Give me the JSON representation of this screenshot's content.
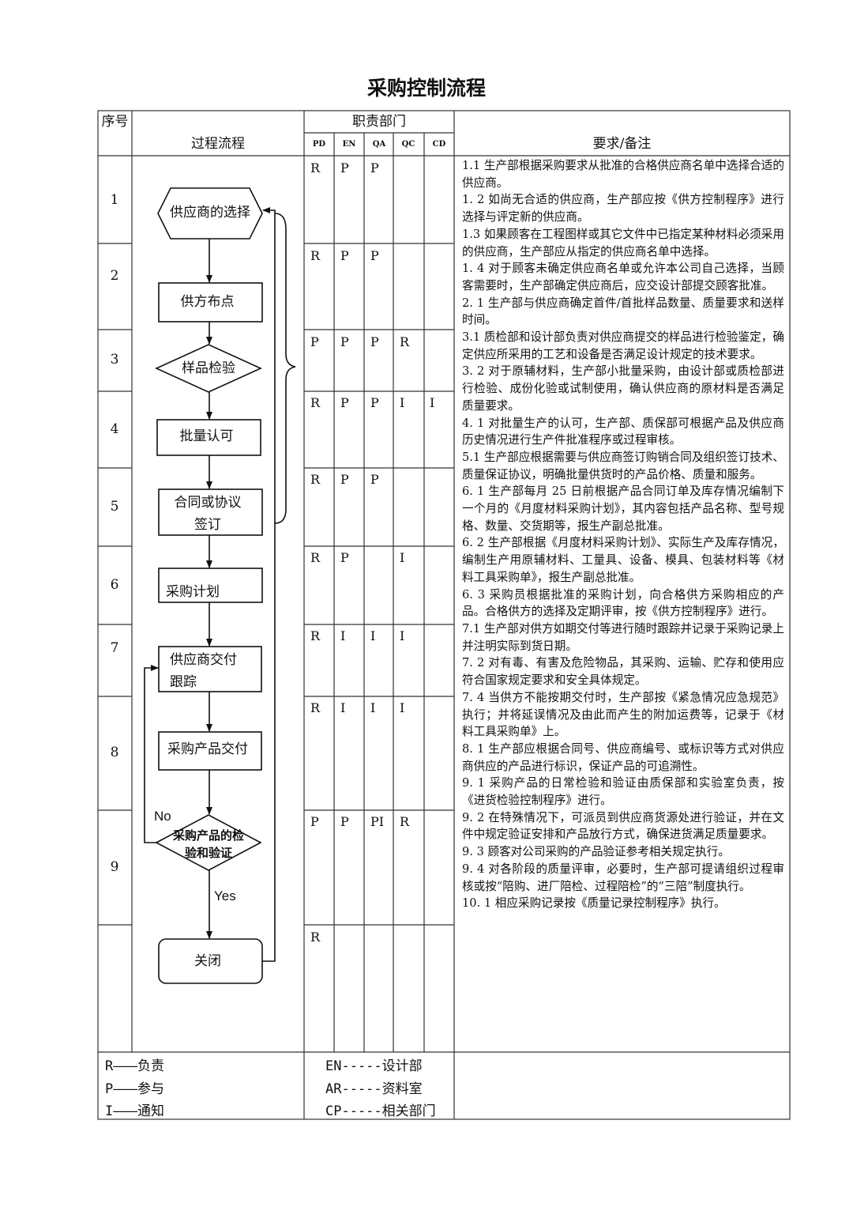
{
  "title": "采购控制流程",
  "header": {
    "seq": "序号",
    "process": "过程流程",
    "dept": "职责部门",
    "requirements": "要求/备注",
    "dept_codes": [
      "PD",
      "EN",
      "QA",
      "QC",
      "CD"
    ]
  },
  "rows": [
    {
      "seq": "1",
      "codes": [
        "R",
        "P",
        "P",
        "",
        ""
      ]
    },
    {
      "seq": "2",
      "codes": [
        "R",
        "P",
        "P",
        "",
        ""
      ]
    },
    {
      "seq": "3",
      "codes": [
        "P",
        "P",
        "P",
        "R",
        ""
      ]
    },
    {
      "seq": "4",
      "codes": [
        "R",
        "P",
        "P",
        "I",
        "I"
      ]
    },
    {
      "seq": "5",
      "codes": [
        "R",
        "P",
        "P",
        "",
        ""
      ]
    },
    {
      "seq": "6",
      "codes": [
        "R",
        "P",
        "",
        "I",
        ""
      ]
    },
    {
      "seq": "7",
      "codes": [
        "R",
        "I",
        "I",
        "I",
        ""
      ]
    },
    {
      "seq": "8",
      "codes": [
        "R",
        "I",
        "I",
        "I",
        ""
      ]
    },
    {
      "seq": "9",
      "codes": [
        "P",
        "P",
        "PI",
        "R",
        ""
      ]
    },
    {
      "seq": "",
      "codes": [
        "R",
        "",
        "",
        "",
        ""
      ]
    }
  ],
  "flow": {
    "nodes": [
      "供应商的选择",
      "供方布点",
      "样品检验",
      "批量认可",
      "合同或协议签订",
      "采购计划",
      "供应商交付跟踪",
      "采购产品交付",
      "采购产品的检验和验证",
      "关闭"
    ],
    "node_lines": {
      "contract": [
        "合同或协议",
        "签订"
      ],
      "tracking": [
        "供应商交付",
        "跟踪"
      ],
      "inspect": [
        "采购产品的检",
        "验和验证"
      ]
    },
    "no_label": "No",
    "yes_label": "Yes"
  },
  "requirements": [
    "1.1 生产部根据采购要求从批准的合格供应商名单中选择合适的供应商。",
    "1. 2 如尚无合适的供应商，生产部应按《供方控制程序》进行选择与评定新的供应商。",
    "1.3 如果顾客在工程图样或其它文件中已指定某种材料必须采用的供应商，生产部应从指定的供应商名单中选择。",
    "1. 4 对于顾客未确定供应商名单或允许本公司自己选择，当顾客需要时，生产部确定供应商后，应交设计部提交顾客批准。",
    "2. 1 生产部与供应商确定首件/首批样品数量、质量要求和送样时间。",
    "3.1 质检部和设计部负责对供应商提交的样品进行检验鉴定，确定供应所采用的工艺和设备是否满足设计规定的技术要求。",
    "3. 2 对于原辅材料，生产部小批量采购，由设计部或质检部进行检验、成份化验或试制使用，确认供应商的原材料是否满足质量要求。",
    "4. 1 对批量生产的认可，生产部、质保部可根据产品及供应商历史情况进行生产件批准程序或过程审核。",
    "5.1 生产部应根据需要与供应商签订购销合同及组织签订技术、质量保证协议，明确批量供货时的产品价格、质量和服务。",
    "6. 1 生产部每月 25 日前根据产品合同订单及库存情况编制下一个月的《月度材料采购计划》，其内容包括产品名称、型号规格、数量、交货期等，报生产副总批准。",
    "6. 2 生产部根据《月度材料采购计划》、实际生产及库存情况，编制生产用原辅材料、工量具、设备、模具、包装材料等《材料工具采购单》，报生产副总批准。",
    "6. 3 采购员根据批准的采购计划，向合格供方采购相应的产品。合格供方的选择及定期评审，按《供方控制程序》进行。",
    "7.1 生产部对供方如期交付等进行随时跟踪并记录于采购记录上并注明实际到货日期。",
    "7. 2 对有毒、有害及危险物品，其采购、运输、贮存和使用应符合国家规定要求和安全具体规定。",
    "7. 4 当供方不能按期交付时，生产部按《紧急情况应急规范》执行；并将延误情况及由此而产生的附加运费等，记录于《材料工具采购单》上。",
    "8. 1 生产部应根据合同号、供应商编号、或标识等方式对供应商供应的产品进行标识，保证产品的可追溯性。",
    "9. 1 采购产品的日常检验和验证由质保部和实验室负责，按《进货检验控制程序》进行。",
    "9. 2 在特殊情况下，可派员到供应商货源处进行验证，并在文件中规定验证安排和产品放行方式，确保进货满足质量要求。",
    "9. 3 顾客对公司采购的产品验证参考相关规定执行。",
    "9. 4 对各阶段的质量评审，必要时，生产部可提请组织过程审核或按“陪购、进厂陪检、过程陪检”的“三陪”制度执行。",
    "10. 1 相应采购记录按《质量记录控制程序》执行。"
  ],
  "legend": {
    "left": [
      "R———负责",
      "P———参与",
      "I———通知"
    ],
    "middle": [
      "EN-----设计部",
      "AR-----资料室",
      "CP-----相关部门"
    ]
  }
}
